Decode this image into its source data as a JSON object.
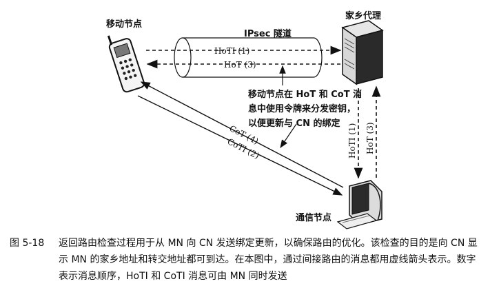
{
  "diagram": {
    "mobile_node_label": "移动节点",
    "home_agent_label": "家乡代理",
    "tunnel_label": "IPsec 隧道",
    "hoti_1": "HoTI (1)",
    "hot_3": "HoT (3)",
    "note_lines": [
      "移动节点在 HoT 和 CoT 消",
      "息中使用令牌来分发密钥，",
      "以便更新与 CN 的绑定"
    ],
    "cot_4": "CoT (4)",
    "coti_2": "CoTI (2)",
    "vert_hoti_1": "HoTI (1)",
    "vert_hot_3": "HoT (3)",
    "cn_label": "通信节点"
  },
  "caption": {
    "number": "图 5-18",
    "text": "返回路由检查过程用于从 MN 向 CN 发送绑定更新，以确保路由的优化。该检查的目的是向 CN 显示 MN 的家乡地址和转交地址都可到达。在本图中，通过间接路由的消息都用虚线箭头表示。数字表示消息顺序，HoTI 和 CoTI 消息可由 MN 同时发送"
  }
}
